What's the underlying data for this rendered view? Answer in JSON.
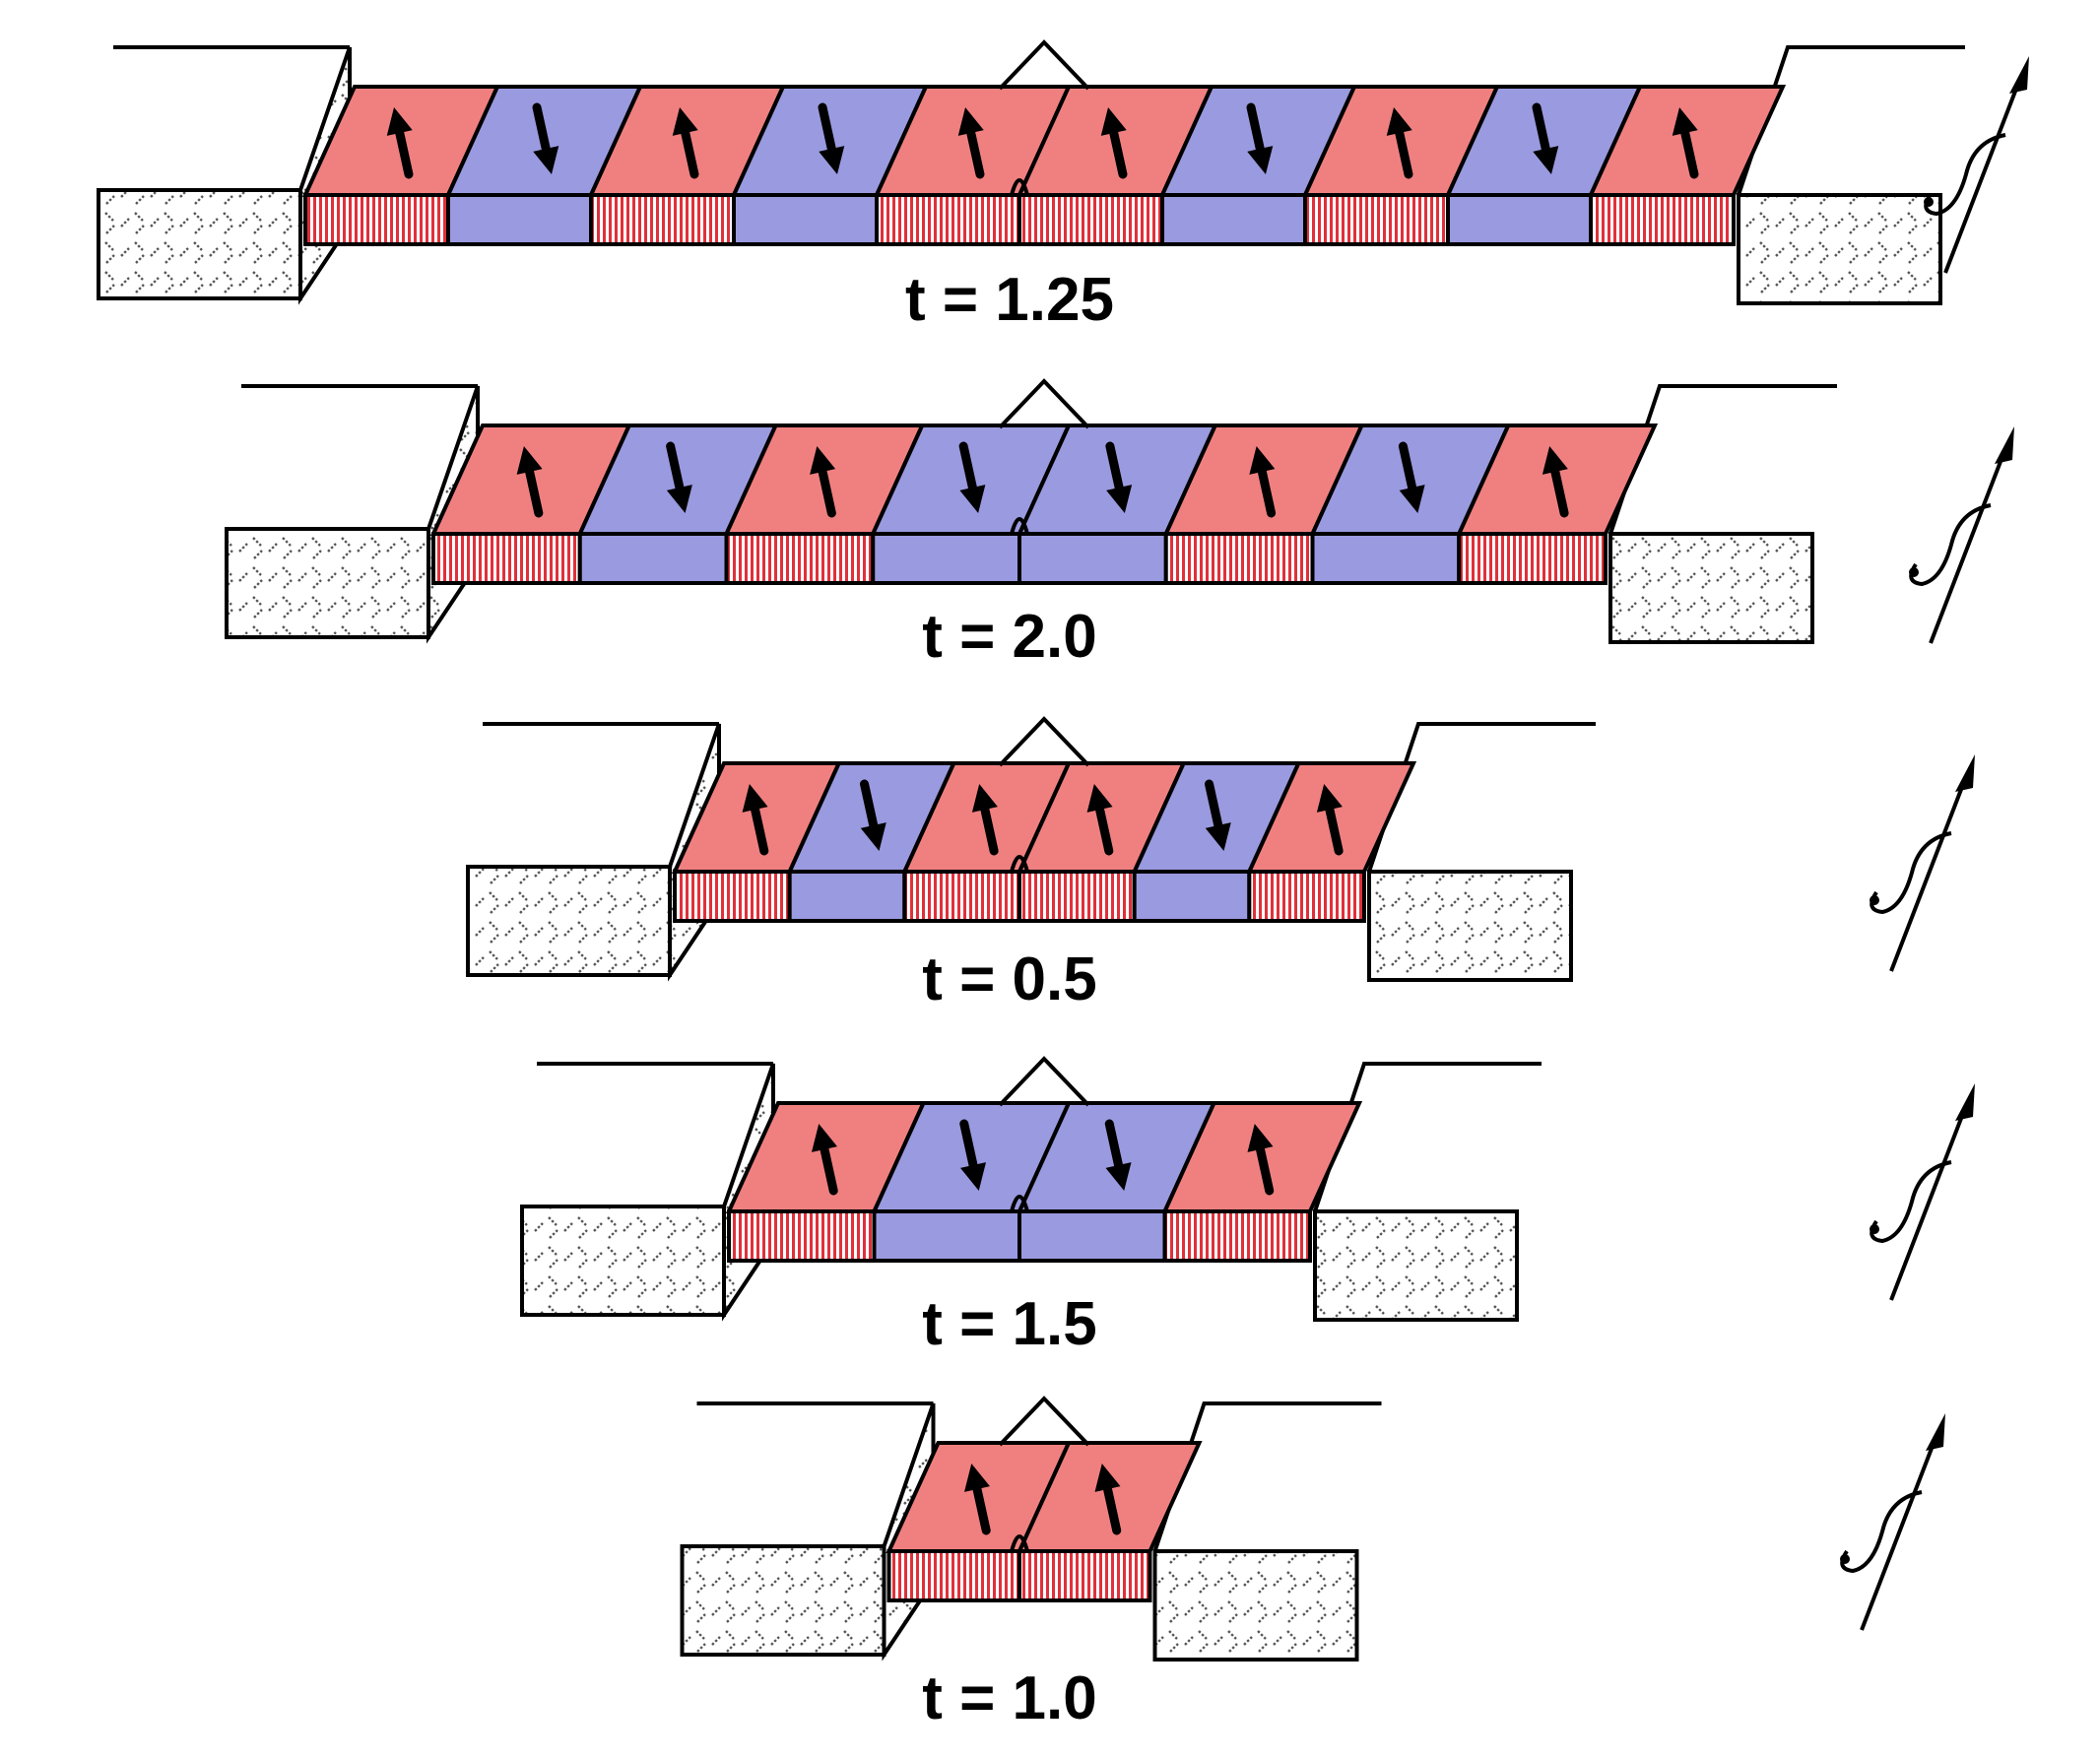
{
  "colors": {
    "normal_top": "#f08080",
    "normal_side_stripe": "#e0303a",
    "reversed_top": "#9a9ae0",
    "reversed_side": "#9a9ae0",
    "outline": "#000000",
    "crust_hatch": "#555555"
  },
  "panels": [
    {
      "label": "t = 1.25",
      "polarities": [
        "normal",
        "reversed",
        "normal",
        "reversed",
        "normal",
        "normal",
        "reversed",
        "normal",
        "reversed",
        "normal"
      ]
    },
    {
      "label": "t = 2.0",
      "polarities": [
        "normal",
        "reversed",
        "normal",
        "reversed",
        "reversed",
        "normal",
        "reversed",
        "normal"
      ]
    },
    {
      "label": "t = 0.5",
      "polarities": [
        "normal",
        "reversed",
        "normal",
        "normal",
        "reversed",
        "normal"
      ]
    },
    {
      "label": "t = 1.5",
      "polarities": [
        "normal",
        "reversed",
        "reversed",
        "normal"
      ]
    },
    {
      "label": "t = 1.0",
      "polarities": [
        "normal",
        "normal"
      ]
    }
  ],
  "icons": {
    "field_direction": "geomagnetic-field-arrow-icon",
    "magnetization_up": "arrow-up-icon",
    "magnetization_down": "arrow-down-icon"
  }
}
